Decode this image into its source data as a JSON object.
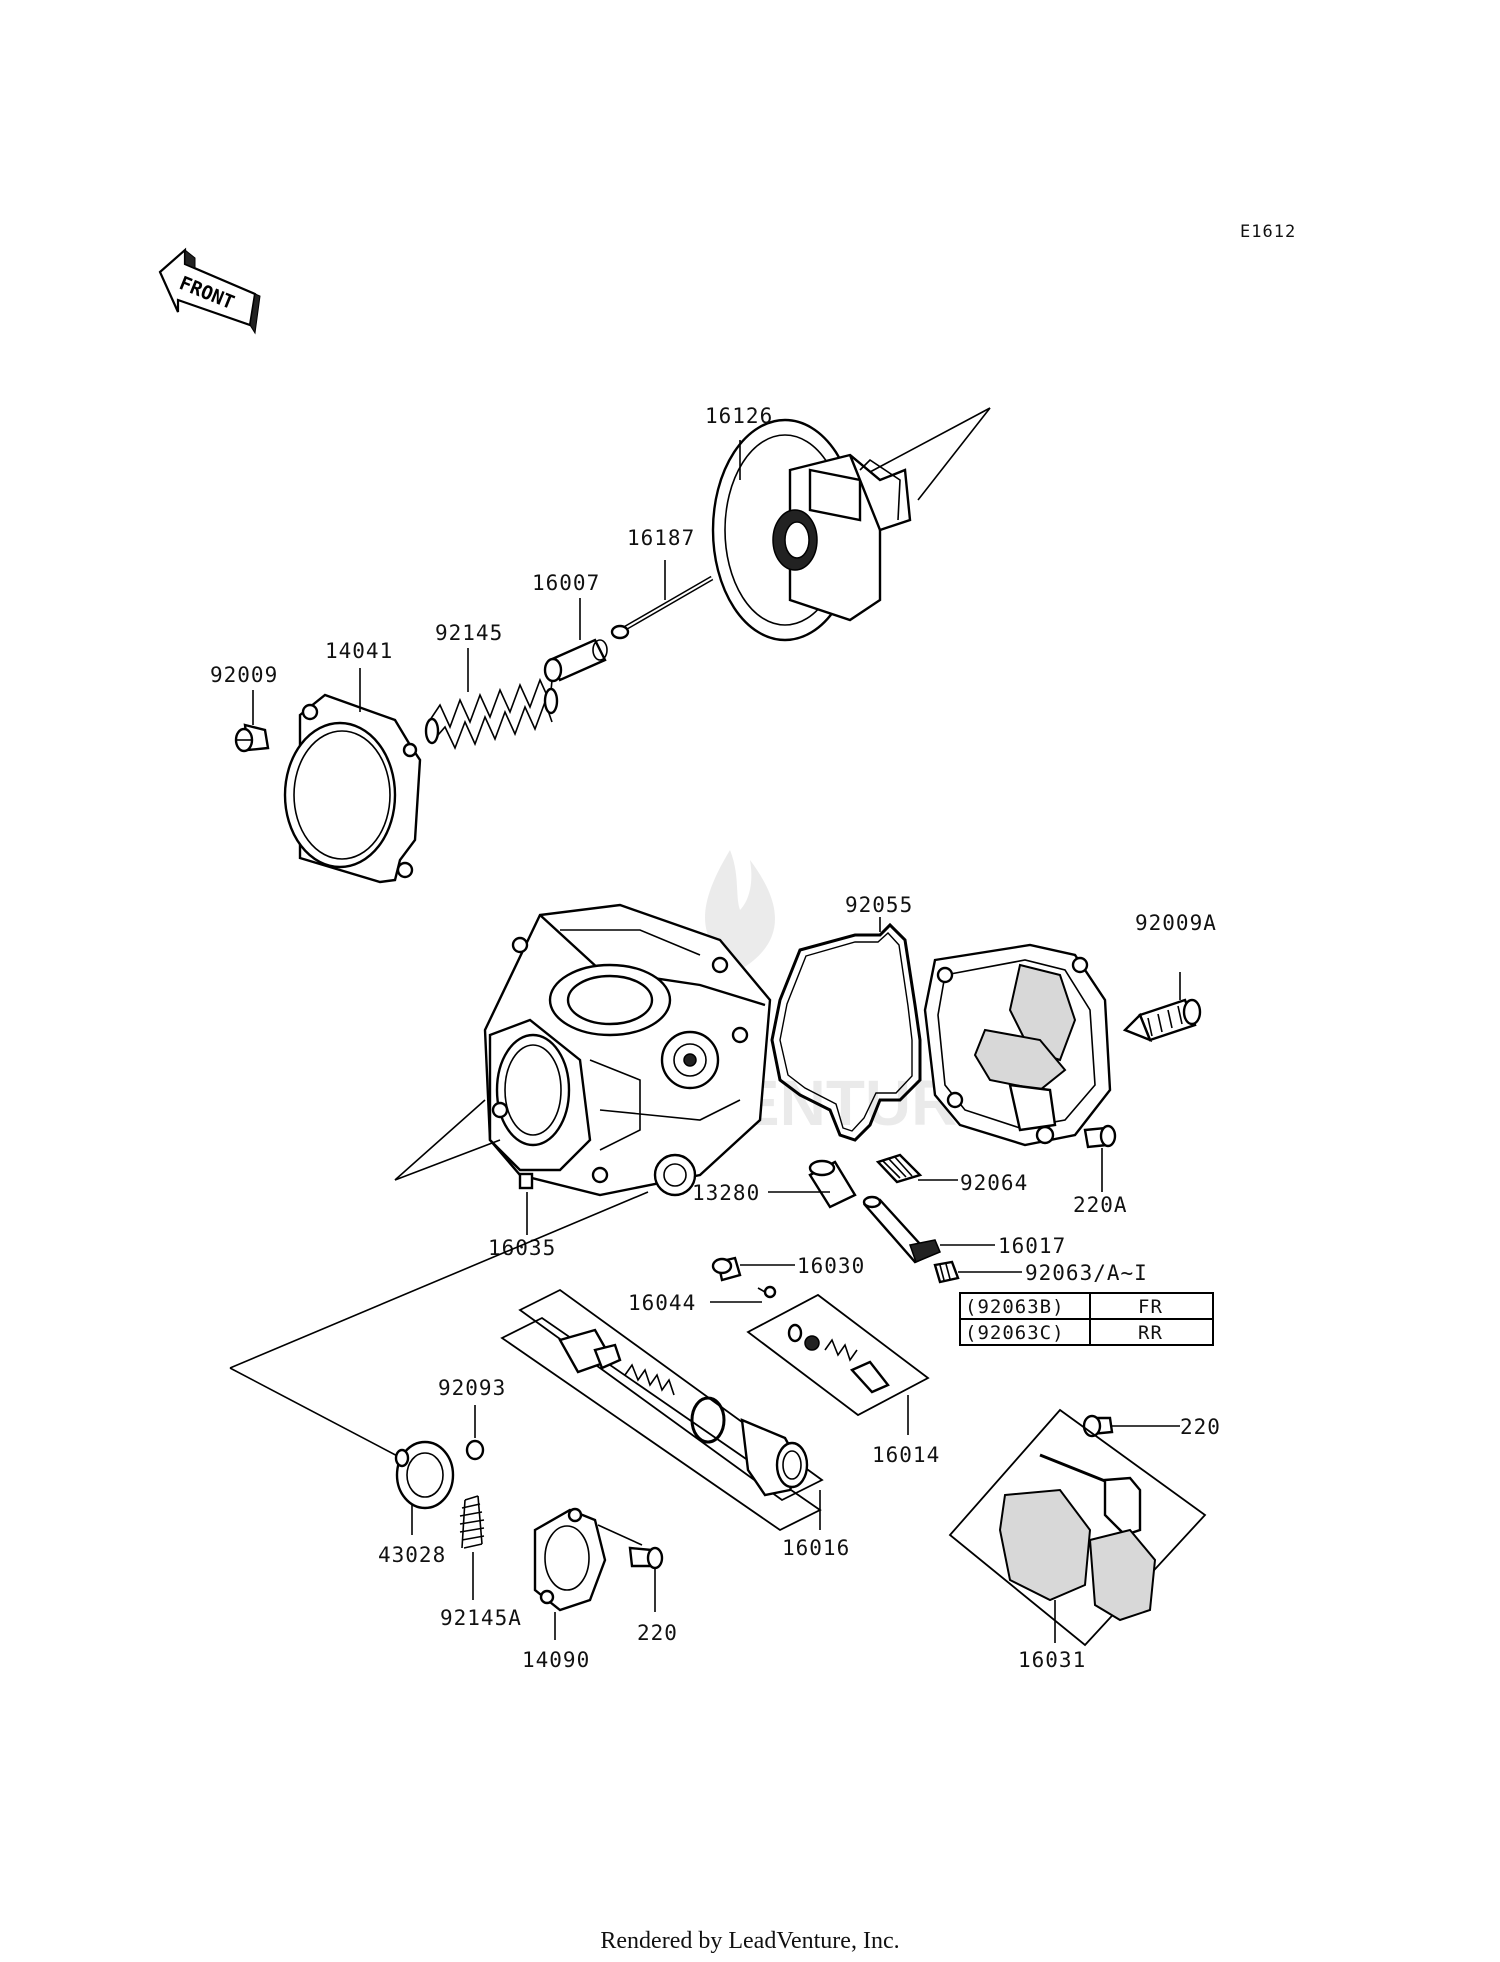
{
  "diagram_code": "E1612",
  "front_label": "FRONT",
  "footer": "Rendered by LeadVenture, Inc.",
  "watermark": "LEADVENTURE",
  "parts": {
    "p16126": "16126",
    "p16187": "16187",
    "p16007": "16007",
    "p92145": "92145",
    "p14041": "14041",
    "p92009": "92009",
    "p92055": "92055",
    "p92009A": "92009A",
    "p92064": "92064",
    "p13280": "13280",
    "p16035": "16035",
    "p220A": "220A",
    "p16017": "16017",
    "p16030": "16030",
    "p92063": "92063/A~I",
    "p16044": "16044",
    "p92093": "92093",
    "p16014": "16014",
    "p220_right": "220",
    "p43028": "43028",
    "p92145A": "92145A",
    "p16016": "16016",
    "p220_bottom": "220",
    "p14090": "14090",
    "p16031": "16031"
  },
  "variant_table": [
    {
      "code": "(92063B)",
      "position": "FR"
    },
    {
      "code": "(92063C)",
      "position": "RR"
    }
  ]
}
